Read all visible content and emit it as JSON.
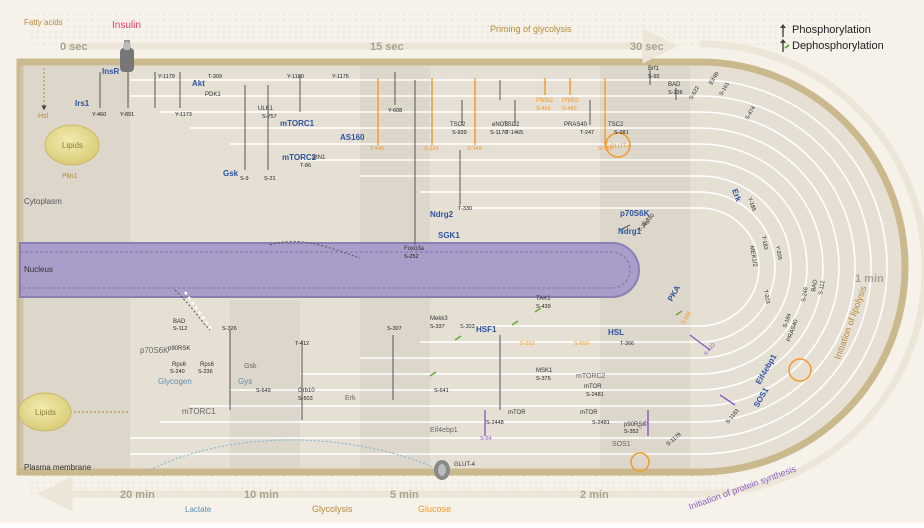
{
  "legend": {
    "phosphorylation": "Phosphorylation",
    "dephosphorylation": "Dephosphorylation"
  },
  "timeline": {
    "top": [
      "0 sec",
      "15 sec",
      "30 sec"
    ],
    "bottom": [
      "20 min",
      "10 min",
      "5 min",
      "2 min"
    ],
    "right": "1 min",
    "phase_top": "Priming of glycolysis",
    "phase_bottom": "Glycolysis",
    "phase_lipolysis": "Initiation of lipolysis",
    "phase_protein": "Initiation of protein synthesis",
    "lactate": "Lactate",
    "glucose": "Glucose"
  },
  "compartments": {
    "cytoplasm": "Cytoplasm",
    "nucleus": "Nucleus",
    "plasma_membrane": "Plasma membrane"
  },
  "inputs": {
    "fatty_acids": "Fatty acids",
    "insulin": "Insulin",
    "lipids_top": "Lipids",
    "lipids_bottom": "Lipids",
    "hsl": "Hsl",
    "plin1": "Plin1",
    "glycogen": "Glycogen",
    "glut4": "GLUT-4"
  },
  "proteins": {
    "insr": "InsR",
    "irs1": "Irs1",
    "akt": "Akt",
    "pdk1": "PDK1",
    "mtorc1_top": "mTORC1",
    "mtorc2_top": "mTORC2",
    "ulk1": "ULK1",
    "sin1": "SIN1",
    "as160": "AS160",
    "gsk_top": "Gsk",
    "ndrg2": "Ndrg2",
    "sgk1": "SGK1",
    "foxo3a": "Foxo3a",
    "p70s6k_right": "p70S6K",
    "ndrg1": "Ndrg1",
    "erk_right": "Erk",
    "mek12": "MEK1/2",
    "pka": "PKA",
    "hsf1": "HSF1",
    "hsl": "HSL",
    "eif4ebp1_right": "Eif4ebp1",
    "sos1_right": "SOS1",
    "sos1_low": "SOS1",
    "mtorc2_low": "mTORC2",
    "mtorc1_low": "mTORC1",
    "mtor_a": "mTOR",
    "mtor_b": "mTOR",
    "mtor_c": "mTOR",
    "eif4ebp1_low": "Eif4ebp1",
    "bad_low": "BAD",
    "p90rsk_low": "p90RSK",
    "p70s6k_low": "p70S6K",
    "rps6_a": "Rps6",
    "rps6_b": "Rps6",
    "gsk_low": "Gsk",
    "gys": "Gys",
    "grb10": "Grb10",
    "erk_low": "Erk",
    "mekk3": "Mekk3",
    "tak1": "TAK1",
    "msk1": "MSK1",
    "tsc2_a": "TSC2",
    "tsc2_b": "TSC2",
    "tsc2_c": "TSC2",
    "pras40": "PRAS40",
    "enos": "eNOS",
    "pfkfb2_a": "Pfkfb2",
    "pfkfb2_b": "Pfkfb2",
    "brf1": "Brf1",
    "bad_top": "BAD",
    "eif4b": "Eif4b",
    "pras40_right": "PRAS40",
    "p90rsk_right": "p90RSK",
    "bad_right": "BAD"
  },
  "sites": {
    "y1179": "Y-1179",
    "y1180": "Y-1180",
    "y1175": "Y-1175",
    "t309": "T-309",
    "y460": "Y-460",
    "y891": "Y-891",
    "y1173": "Y-1173",
    "y608": "Y-608",
    "s757": "S-757",
    "t86": "T-86",
    "s9": "S-9",
    "s21": "S-21",
    "t449": "T-449",
    "s324": "S-324",
    "s348": "S-348",
    "s939": "S-939",
    "t1465": "T-1465",
    "t247": "T-247",
    "s981": "S-981",
    "s595": "S-595",
    "s1176": "S-1176",
    "s466": "S-466",
    "s483": "S-483",
    "s92": "S-92",
    "s136": "S-136",
    "s522": "S-522",
    "s161": "S-161",
    "s474": "S-474",
    "t330": "T-330",
    "s252": "S-252",
    "s330": "S-330",
    "t346": "T-346",
    "y185": "Y-185",
    "t183": "T-183",
    "y205": "Y-205",
    "t203": "T-203",
    "s112": "S-112",
    "s326": "S-326",
    "t412": "T-412",
    "s307": "S-307",
    "s337": "S-337",
    "s303": "S-303",
    "s439": "S-439",
    "s240": "S-240",
    "s236": "S-236",
    "s649": "S-649",
    "s503": "S-503",
    "s641": "S-641",
    "s375": "S-375",
    "s2448": "S-2448",
    "s2481a": "S-2481",
    "s2481b": "S-2481",
    "s64": "S-64",
    "s352": "S-352",
    "s1179": "S-1179",
    "s1183": "S-1183",
    "t366": "T-366",
    "s422": "S-422",
    "t45": "T-45",
    "s184": "S-184",
    "s246": "S-246",
    "s659": "S-659",
    "s552": "S-552",
    "s565": "S-565",
    "s112r": "S-112"
  },
  "colors": {
    "background": "#f3efe6",
    "cytoplasm_shade": "#d7d0c4",
    "nucleus": "#a99dc9",
    "membrane": "#c9b98d",
    "orange_accent": "#f39a2a",
    "blue_label": "#2f54a0",
    "green_dephos": "#6aaa3a",
    "purple_pathway": "#8a5cc0",
    "pink_insulin": "#e83d6a",
    "tan_timeline": "#b58a3a",
    "timeline_arrow": "#ece6d8"
  },
  "icons": {
    "phosphorylation": "phospho-arrow-icon",
    "dephosphorylation": "dephospho-arrow-icon",
    "receptor": "receptor-icon",
    "transporter": "glut4-transporter-icon"
  }
}
